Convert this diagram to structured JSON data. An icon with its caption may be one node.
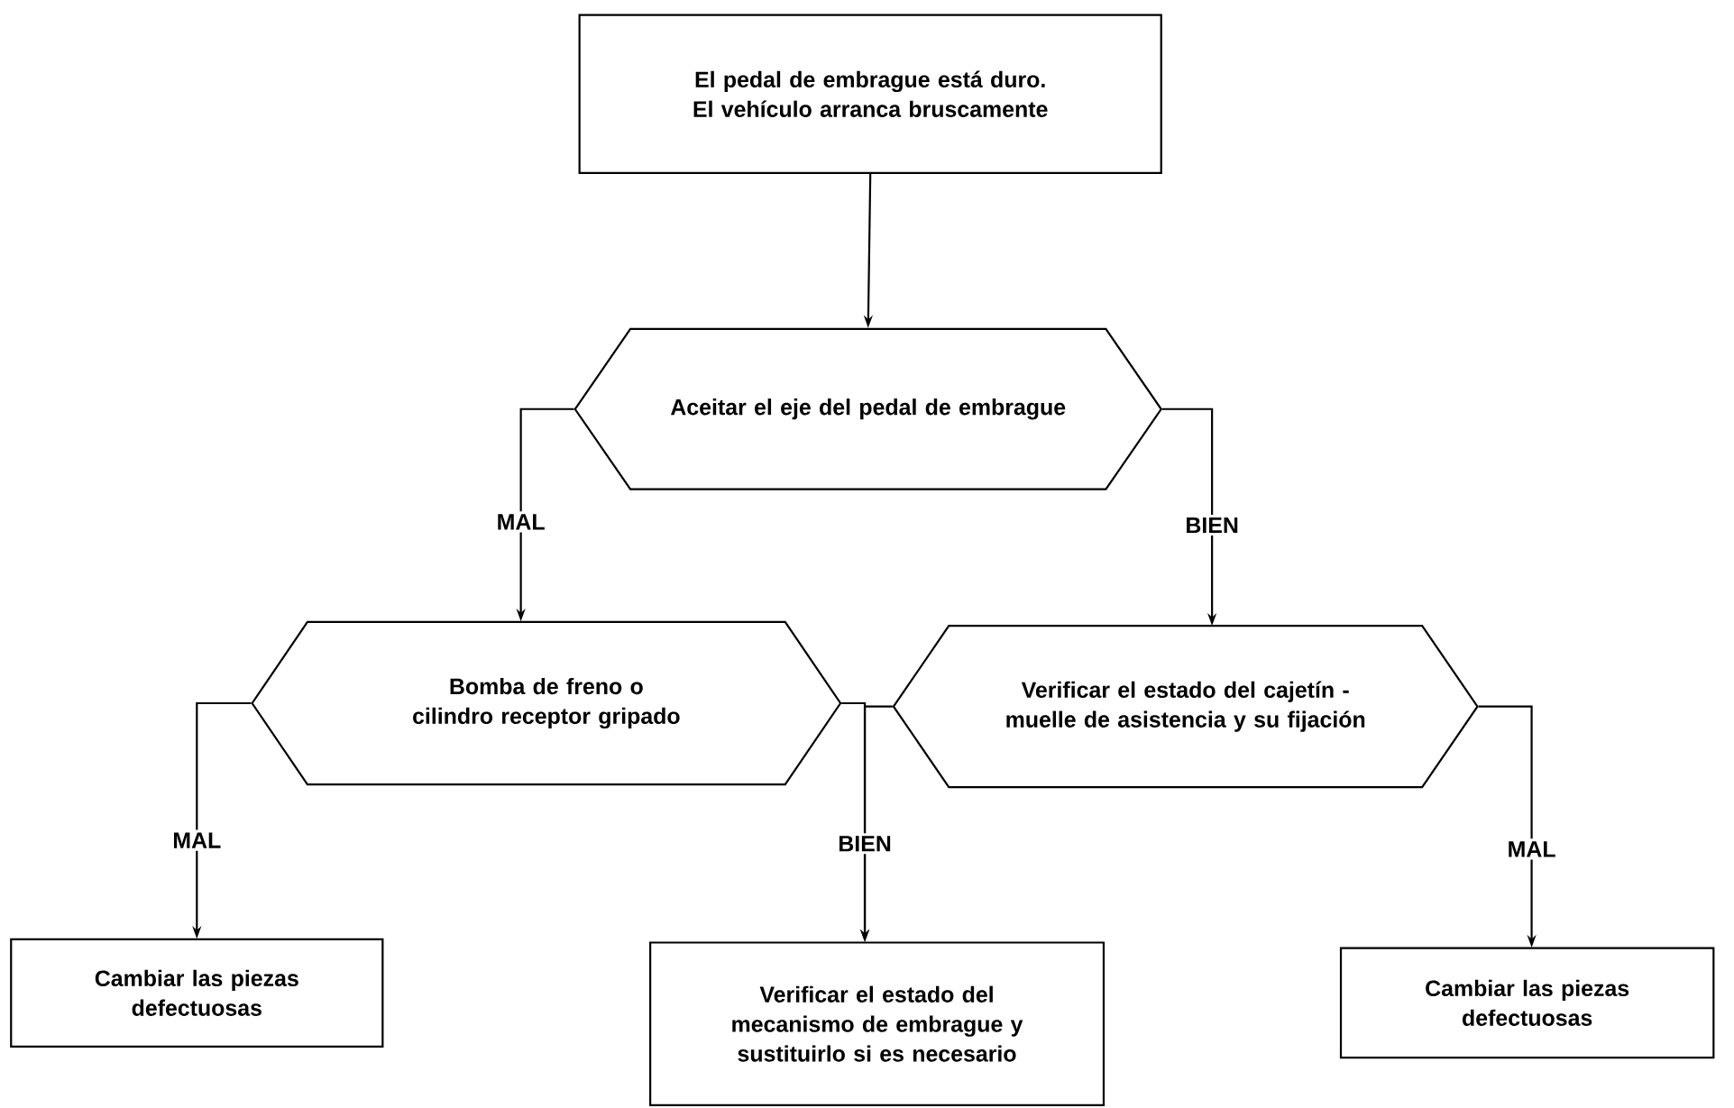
{
  "diagram": {
    "nodes": [
      {
        "text": [
          "El pedal de embrague está duro. El vehículo arranca bruscamente"
        ]
      },
      {
        "text": [
          "Aceitar el eje del pedal de embrague"
        ]
      },
      {
        "text": [
          "Bomba de freno o cilindro receptor gripado"
        ]
      },
      {
        "text": [
          "Verificar el estado del cajetín - muelle de asistencia y su fijación"
        ]
      },
      {
        "text": [
          "Cambiar las piezas defectuosas"
        ]
      },
      {
        "text": [
          "Verificar el estado del mecanismo de embrague y sustituirlo si es necesario"
        ]
      },
      {
        "text": [
          "Cambiar las piezas defectuosas"
        ]
      }
    ],
    "edges": [
      {
        "from": 0,
        "to": 1,
        "arrow": "to"
      },
      {
        "from": 1,
        "to": 2,
        "arrow": "to",
        "label": "MAL"
      },
      {
        "from": 1,
        "to": 3,
        "arrow": "to",
        "label": "BIEN"
      },
      {
        "from": 2,
        "to": 4,
        "arrow": "to",
        "label": "MAL"
      },
      {
        "from": 2,
        "to": 5,
        "arrow": "to",
        "label": "BIEN"
      },
      {
        "from": 3,
        "to": 5,
        "arrow": "to"
      },
      {
        "from": 3,
        "to": 6,
        "arrow": "to",
        "label": "MAL"
      }
    ]
  }
}
